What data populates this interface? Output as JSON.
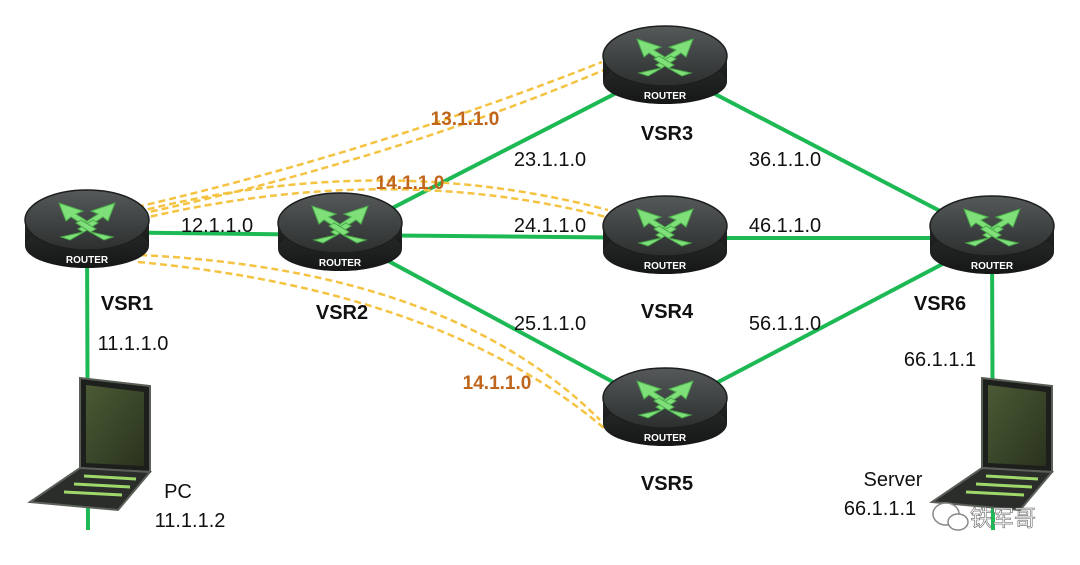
{
  "colors": {
    "link": "#1db954",
    "tunnel": "#f5c342",
    "tunnel_label": "#c0651b",
    "router_body": "#3a3d3a",
    "router_arrow": "#7fe07a"
  },
  "router_badge": "ROUTER",
  "routers": [
    {
      "id": "r1",
      "name": "VSR1"
    },
    {
      "id": "r2",
      "name": "VSR2"
    },
    {
      "id": "r3",
      "name": "VSR3"
    },
    {
      "id": "r4",
      "name": "VSR4"
    },
    {
      "id": "r5",
      "name": "VSR5"
    },
    {
      "id": "r6",
      "name": "VSR6"
    }
  ],
  "links": [
    {
      "from": "r1",
      "to": "r2",
      "net": "12.1.1.0"
    },
    {
      "from": "r2",
      "to": "r3",
      "net": "23.1.1.0"
    },
    {
      "from": "r2",
      "to": "r4",
      "net": "24.1.1.0"
    },
    {
      "from": "r2",
      "to": "r5",
      "net": "25.1.1.0"
    },
    {
      "from": "r3",
      "to": "r6",
      "net": "36.1.1.0"
    },
    {
      "from": "r4",
      "to": "r6",
      "net": "46.1.1.0"
    },
    {
      "from": "r5",
      "to": "r6",
      "net": "56.1.1.0"
    },
    {
      "from": "r1",
      "to": "pc",
      "net": "11.1.1.0"
    },
    {
      "from": "r6",
      "to": "server",
      "net": "66.1.1.1"
    }
  ],
  "tunnels": [
    {
      "from": "r1",
      "to": "r3",
      "label": "13.1.1.0"
    },
    {
      "from": "r1",
      "to": "r4",
      "label": "14.1.1.0"
    },
    {
      "from": "r1",
      "to": "r5",
      "label": "14.1.1.0"
    }
  ],
  "hosts": {
    "pc": {
      "name": "PC",
      "ip": "11.1.1.2"
    },
    "server": {
      "name": "Server",
      "ip": "66.1.1.1"
    }
  },
  "watermark": "铁军哥"
}
